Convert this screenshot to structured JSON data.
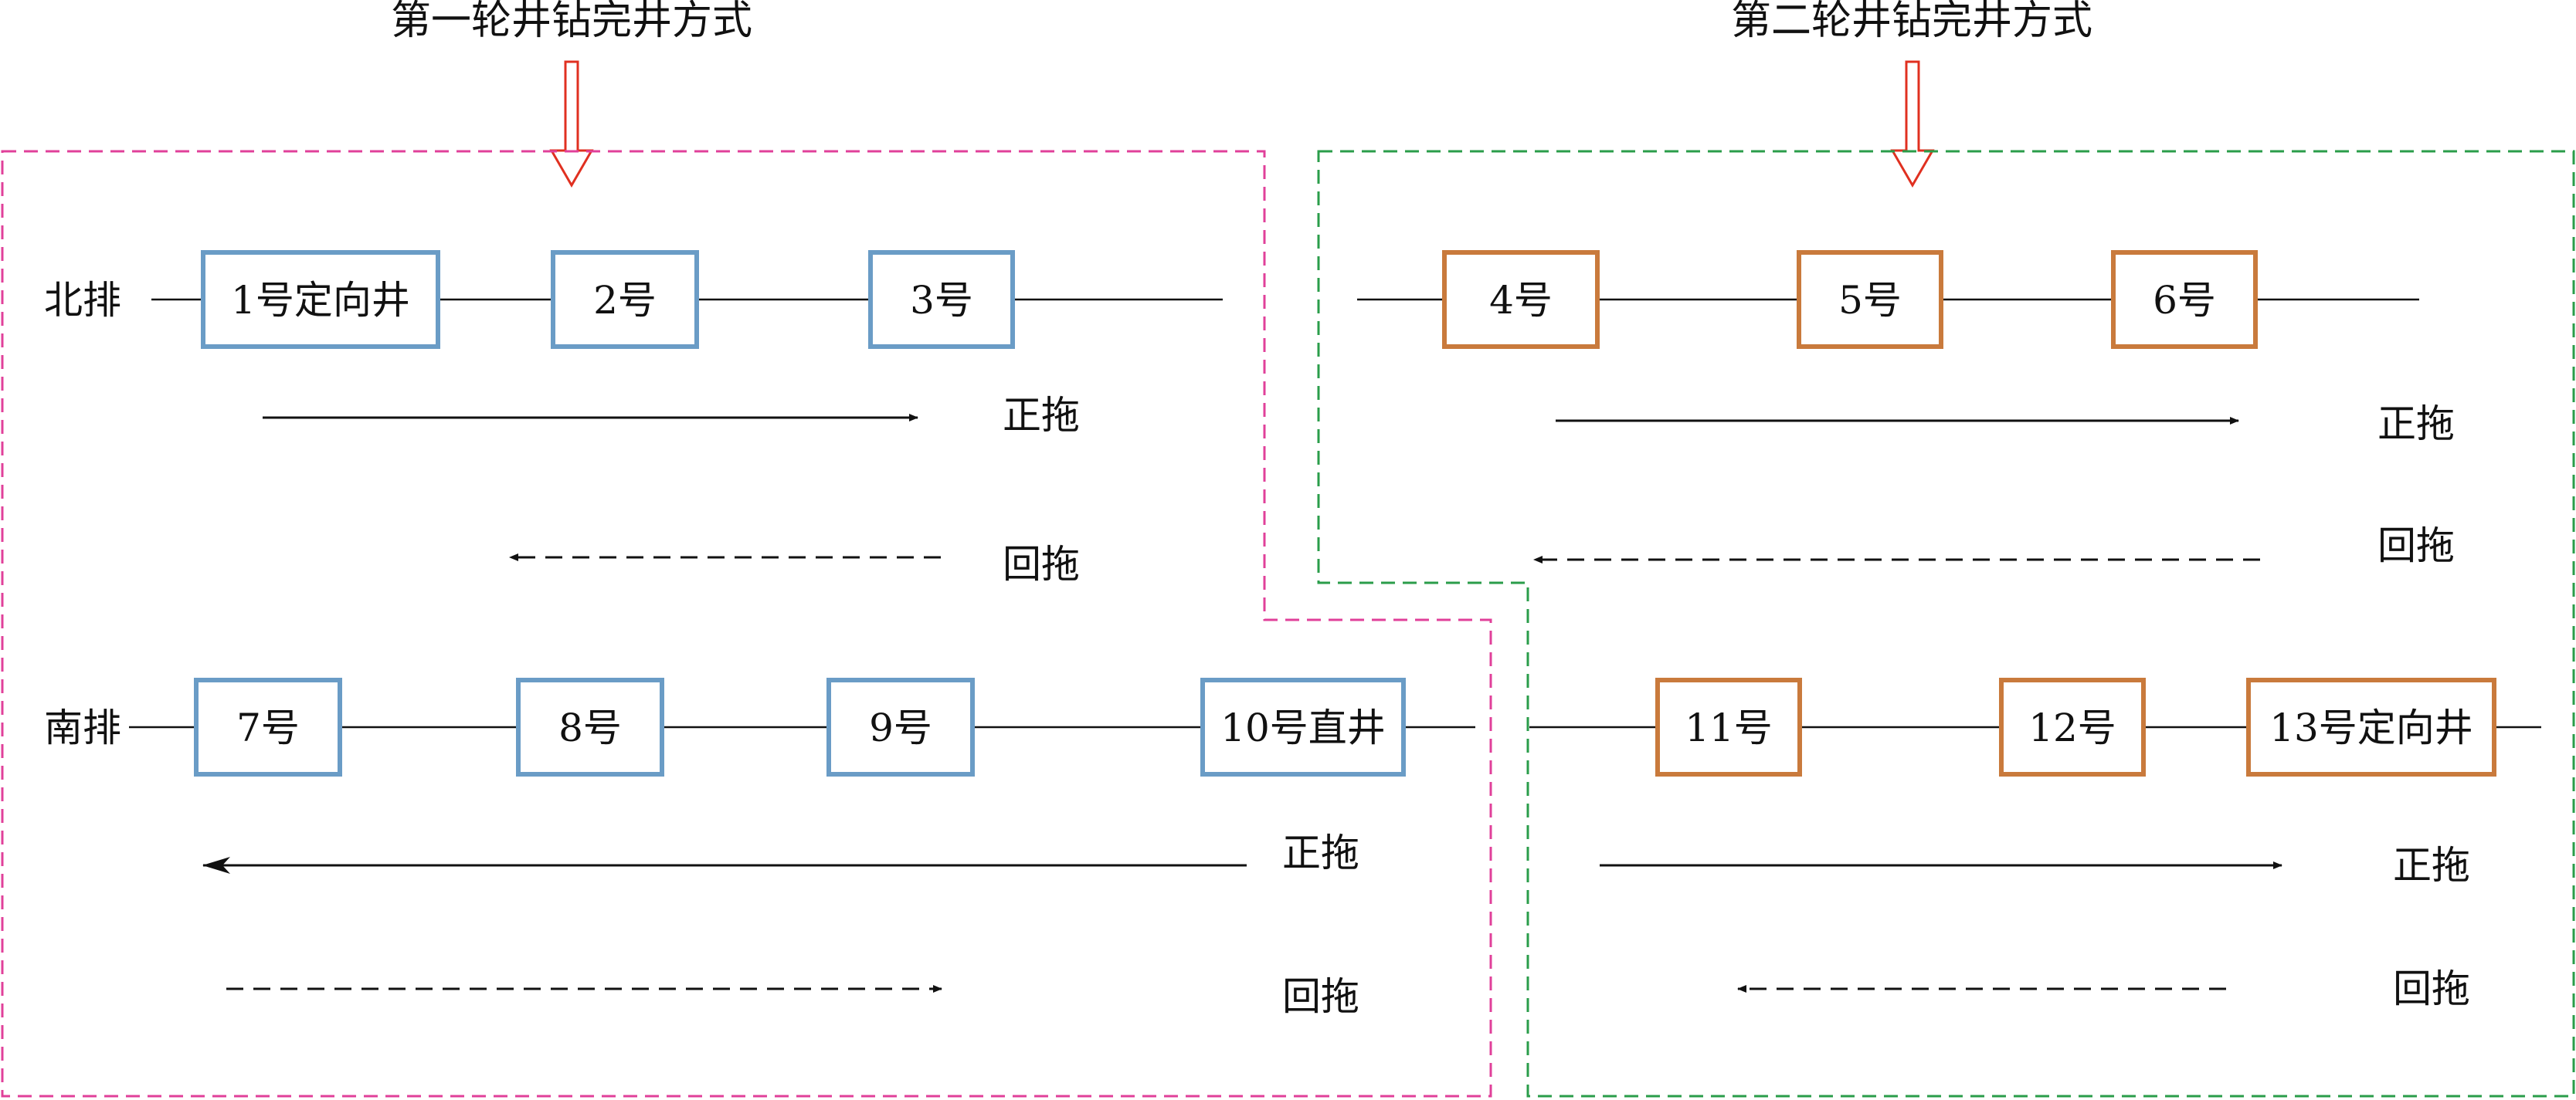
{
  "titles": {
    "round1": "第一轮井钻完井方式",
    "round2": "第二轮井钻完井方式"
  },
  "rows": {
    "north": "北排",
    "south": "南排"
  },
  "wells": {
    "w1": "1号定向井",
    "w2": "2号",
    "w3": "3号",
    "w4": "4号",
    "w5": "5号",
    "w6": "6号",
    "w7": "7号",
    "w8": "8号",
    "w9": "9号",
    "w10": "10号直井",
    "w11": "11号",
    "w12": "12号",
    "w13": "13号定向井"
  },
  "labels": {
    "forward": "正拖",
    "back": "回拖"
  },
  "colors": {
    "round1_border": "#e0409a",
    "round2_border": "#2a9d4a",
    "round1_well": "#6a9cc6",
    "round2_well": "#c97a3c",
    "marker_arrow": "#e03020",
    "line": "#111111"
  }
}
